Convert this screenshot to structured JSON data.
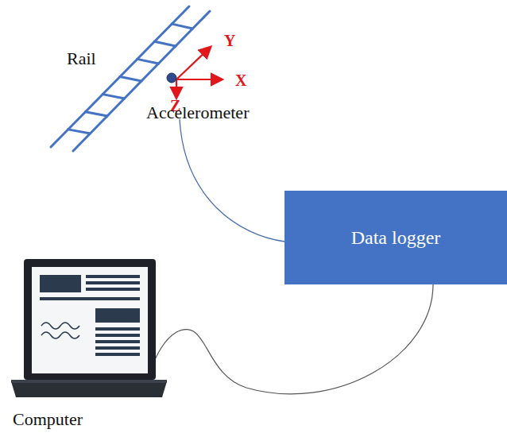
{
  "diagram": {
    "nodes": [
      {
        "text": [
          "Data logger"
        ]
      }
    ],
    "labels": [
      "Rail",
      "Y",
      "X",
      "Z",
      "Accelerometer",
      "Computer"
    ]
  }
}
